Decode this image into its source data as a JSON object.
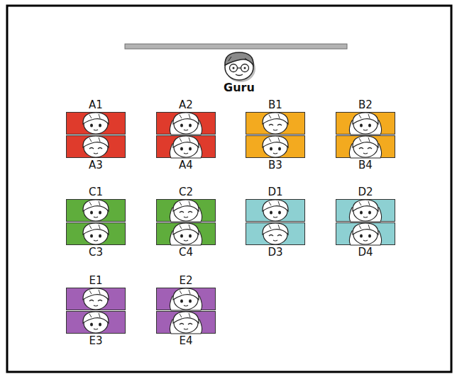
{
  "diagram": {
    "nodes": [
      {
        "text": [
          "A1"
        ]
      },
      {
        "text": [
          "A3"
        ]
      },
      {
        "text": [
          "A2"
        ]
      },
      {
        "text": [
          "A4"
        ]
      },
      {
        "text": [
          "B1"
        ]
      },
      {
        "text": [
          "B3"
        ]
      },
      {
        "text": [
          "B2"
        ]
      },
      {
        "text": [
          "B4"
        ]
      },
      {
        "text": [
          "C1"
        ]
      },
      {
        "text": [
          "C3"
        ]
      },
      {
        "text": [
          "C2"
        ]
      },
      {
        "text": [
          "C4"
        ]
      },
      {
        "text": [
          "D1"
        ]
      },
      {
        "text": [
          "D3"
        ]
      },
      {
        "text": [
          "D2"
        ]
      },
      {
        "text": [
          "D4"
        ]
      },
      {
        "text": [
          "E1"
        ]
      },
      {
        "text": [
          "E3"
        ]
      },
      {
        "text": [
          "E2"
        ]
      },
      {
        "text": [
          "E4"
        ]
      }
    ],
    "labels": [
      "Guru"
    ]
  }
}
